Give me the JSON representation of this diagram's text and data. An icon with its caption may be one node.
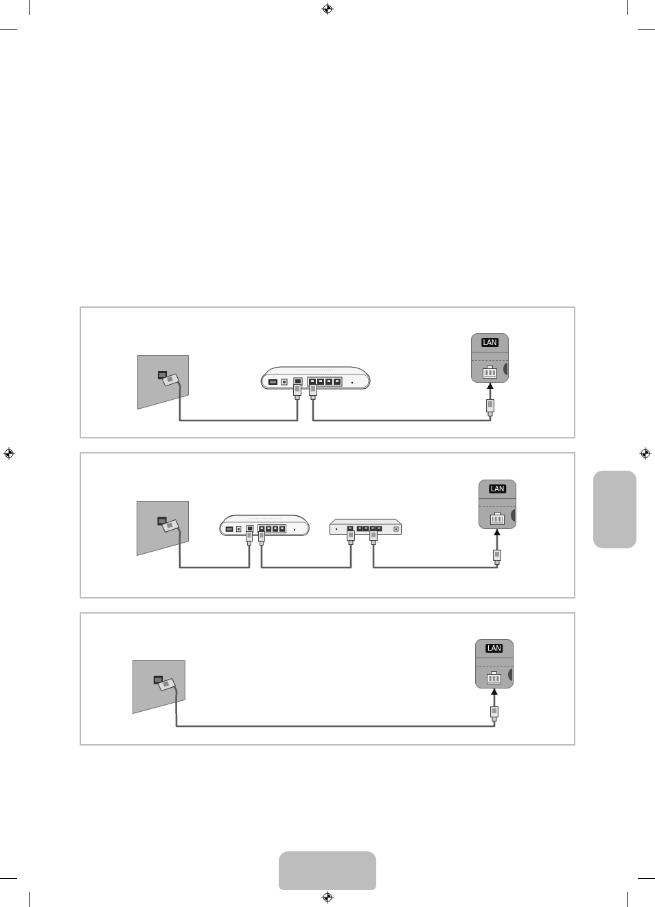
{
  "diagram": {
    "nodes": [
      {
        "text": [],
        "shape": "box"
      },
      {
        "text": [],
        "shape": "picture",
        "in": 0
      },
      {
        "text": [],
        "shape": "picture",
        "in": 0
      },
      {
        "text": [
          "LAN"
        ],
        "in": 0
      },
      {
        "text": [],
        "shape": "box"
      },
      {
        "text": [],
        "shape": "picture",
        "in": 4
      },
      {
        "text": [],
        "shape": "picture",
        "in": 4
      },
      {
        "text": [],
        "shape": "picture",
        "in": 4
      },
      {
        "text": [
          "LAN"
        ],
        "in": 4
      },
      {
        "text": [],
        "shape": "box"
      },
      {
        "text": [],
        "shape": "picture",
        "in": 9
      },
      {
        "text": [
          "LAN"
        ],
        "in": 9
      },
      {
        "text": [],
        "shape": "box"
      },
      {
        "text": [],
        "shape": "box"
      }
    ],
    "edges": [
      {
        "from": 1,
        "to": 2,
        "arrow": "none"
      },
      {
        "from": 2,
        "to": 3,
        "arrow": "to"
      },
      {
        "from": 5,
        "to": 6,
        "arrow": "none"
      },
      {
        "from": 6,
        "to": 7,
        "arrow": "none"
      },
      {
        "from": 7,
        "to": 8,
        "arrow": "to"
      },
      {
        "from": 10,
        "to": 11,
        "arrow": "to"
      }
    ]
  }
}
